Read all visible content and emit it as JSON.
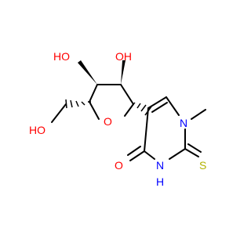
{
  "molecule": {
    "colors": {
      "carbon": "#000000",
      "oxygen": "#ff0000",
      "nitrogen": "#0000ff",
      "sulfur": "#b2b200"
    },
    "atom_labels": {
      "ho_top": "HO",
      "oh_top": "OH",
      "ho_left": "HO",
      "ring_o": "O",
      "n1": "N",
      "s": "S",
      "o_keto": "O",
      "nh": "N",
      "nh_h": "H"
    }
  }
}
